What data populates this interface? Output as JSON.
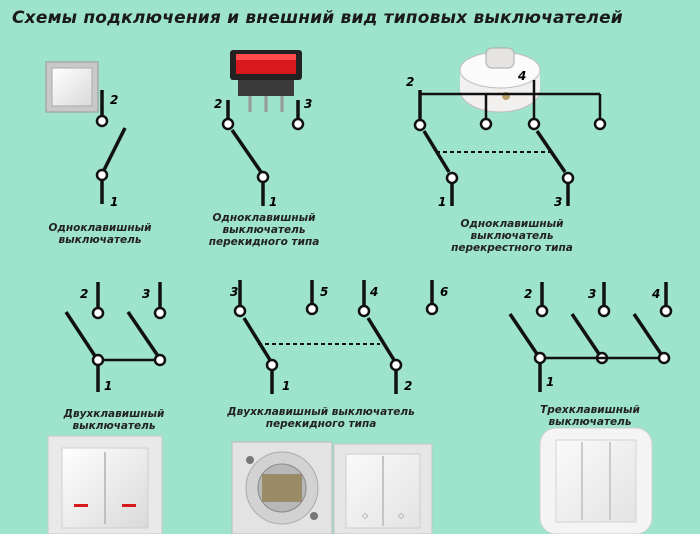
{
  "title": "Схемы подключения и внешний вид типовых выключателей",
  "diagrams": {
    "single": {
      "caption": [
        "Одноклавишный",
        "выключатель"
      ],
      "terminals": [
        "2",
        "1"
      ]
    },
    "single_toggle": {
      "caption": [
        "Одноклавишный",
        "выключатель",
        "перекидного типа"
      ],
      "terminals": [
        "2",
        "3",
        "1"
      ]
    },
    "single_cross": {
      "caption": [
        "Одноклавишный",
        "выключатель",
        "перекрестного типа"
      ],
      "terminals": [
        "2",
        "4",
        "1",
        "3"
      ]
    },
    "double": {
      "caption": [
        "Двухклавишный",
        "выключатель"
      ],
      "terminals": [
        "2",
        "3",
        "1"
      ]
    },
    "double_toggle": {
      "caption": [
        "Двухклавишный выключатель",
        "перекидного типа"
      ],
      "terminals": [
        "3",
        "5",
        "4",
        "6",
        "1",
        "2"
      ]
    },
    "triple": {
      "caption": [
        "Трехклавишный",
        "выключатель"
      ],
      "terminals": [
        "2",
        "3",
        "4",
        "1"
      ]
    }
  },
  "colors": {
    "background": "#9ee3cb",
    "line": "#111111",
    "rocker": "#d8181c"
  },
  "icons": [
    "single-switch-photo",
    "rocker-switch-photo",
    "rotary-switch-photo",
    "double-switch-photo",
    "double-switch-mechanism-photo",
    "triple-switch-photo"
  ]
}
